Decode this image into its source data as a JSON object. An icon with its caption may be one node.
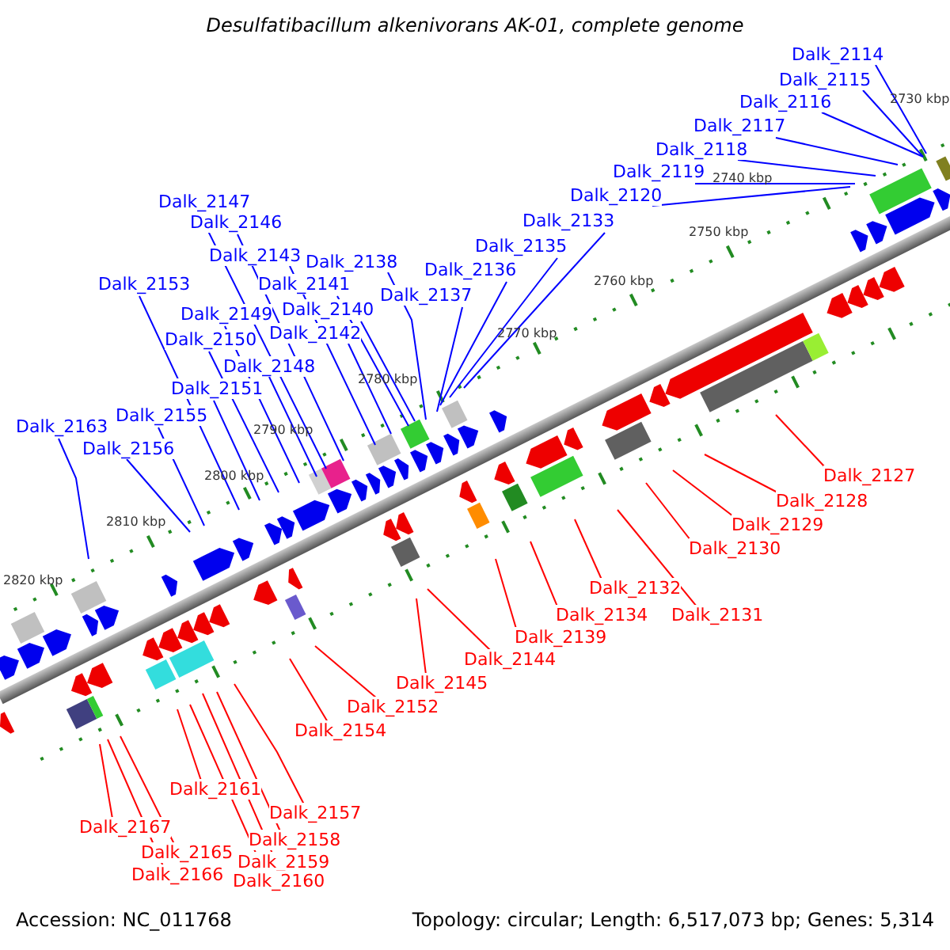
{
  "diagram": {
    "title": "Desulfatibacillum alkenivorans AK-01, complete genome",
    "nodes": [
      {
        "text": [
          "Dalk_2114"
        ]
      },
      {
        "text": [
          "Dalk_2115"
        ]
      },
      {
        "text": [
          "Dalk_2116"
        ]
      },
      {
        "text": [
          "Dalk_2117"
        ]
      },
      {
        "text": [
          "Dalk_2118"
        ]
      },
      {
        "text": [
          "Dalk_2119"
        ]
      },
      {
        "text": [
          "Dalk_2120"
        ]
      },
      {
        "text": [
          "Dalk_2133"
        ]
      },
      {
        "text": [
          "Dalk_2135"
        ]
      },
      {
        "text": [
          "Dalk_2136"
        ]
      },
      {
        "text": [
          "Dalk_2137"
        ]
      },
      {
        "text": [
          "Dalk_2138"
        ]
      },
      {
        "text": [
          "Dalk_2141"
        ]
      },
      {
        "text": [
          "Dalk_2140"
        ]
      },
      {
        "text": [
          "Dalk_2142"
        ]
      },
      {
        "text": [
          "Dalk_2143"
        ]
      },
      {
        "text": [
          "Dalk_2146"
        ]
      },
      {
        "text": [
          "Dalk_2147"
        ]
      },
      {
        "text": [
          "Dalk_2153"
        ]
      },
      {
        "text": [
          "Dalk_2149"
        ]
      },
      {
        "text": [
          "Dalk_2150"
        ]
      },
      {
        "text": [
          "Dalk_2148"
        ]
      },
      {
        "text": [
          "Dalk_2151"
        ]
      },
      {
        "text": [
          "Dalk_2155"
        ]
      },
      {
        "text": [
          "Dalk_2156"
        ]
      },
      {
        "text": [
          "Dalk_2163"
        ]
      },
      {
        "text": [
          "Dalk_2127"
        ]
      },
      {
        "text": [
          "Dalk_2128"
        ]
      },
      {
        "text": [
          "Dalk_2129"
        ]
      },
      {
        "text": [
          "Dalk_2130"
        ]
      },
      {
        "text": [
          "Dalk_2132"
        ]
      },
      {
        "text": [
          "Dalk_2131"
        ]
      },
      {
        "text": [
          "Dalk_2134"
        ]
      },
      {
        "text": [
          "Dalk_2139"
        ]
      },
      {
        "text": [
          "Dalk_2144"
        ]
      },
      {
        "text": [
          "Dalk_2145"
        ]
      },
      {
        "text": [
          "Dalk_2152"
        ]
      },
      {
        "text": [
          "Dalk_2154"
        ]
      },
      {
        "text": [
          "Dalk_2161"
        ]
      },
      {
        "text": [
          "Dalk_2157"
        ]
      },
      {
        "text": [
          "Dalk_2167"
        ]
      },
      {
        "text": [
          "Dalk_2158"
        ]
      },
      {
        "text": [
          "Dalk_2165"
        ]
      },
      {
        "text": [
          "Dalk_2159"
        ]
      },
      {
        "text": [
          "Dalk_2166"
        ]
      },
      {
        "text": [
          "Dalk_2160"
        ]
      }
    ],
    "edges": [
      {
        "from": 0,
        "to": null,
        "arrow": "none"
      },
      {
        "from": 1,
        "to": null,
        "arrow": "none"
      },
      {
        "from": 2,
        "to": null,
        "arrow": "none"
      },
      {
        "from": 3,
        "to": null,
        "arrow": "none"
      },
      {
        "from": 4,
        "to": null,
        "arrow": "none"
      },
      {
        "from": 5,
        "to": null,
        "arrow": "none"
      },
      {
        "from": 6,
        "to": null,
        "arrow": "none"
      },
      {
        "from": 7,
        "to": null,
        "arrow": "none"
      },
      {
        "from": 8,
        "to": null,
        "arrow": "none"
      },
      {
        "from": 9,
        "to": null,
        "arrow": "none"
      },
      {
        "from": 10,
        "to": null,
        "arrow": "none"
      },
      {
        "from": 11,
        "to": null,
        "arrow": "none"
      },
      {
        "from": 12,
        "to": null,
        "arrow": "none"
      },
      {
        "from": 13,
        "to": null,
        "arrow": "none"
      },
      {
        "from": 14,
        "to": null,
        "arrow": "none"
      },
      {
        "from": 15,
        "to": null,
        "arrow": "none"
      },
      {
        "from": 16,
        "to": null,
        "arrow": "none"
      },
      {
        "from": 17,
        "to": null,
        "arrow": "none"
      },
      {
        "from": 18,
        "to": null,
        "arrow": "none"
      },
      {
        "from": 19,
        "to": null,
        "arrow": "none"
      },
      {
        "from": 20,
        "to": null,
        "arrow": "none"
      },
      {
        "from": 21,
        "to": null,
        "arrow": "none"
      },
      {
        "from": 22,
        "to": null,
        "arrow": "none"
      },
      {
        "from": 23,
        "to": null,
        "arrow": "none"
      },
      {
        "from": 24,
        "to": null,
        "arrow": "none"
      },
      {
        "from": 25,
        "to": null,
        "arrow": "none"
      },
      {
        "from": 26,
        "to": null,
        "arrow": "none",
        "color": "#ff0000"
      },
      {
        "from": 27,
        "to": null,
        "arrow": "none",
        "color": "#ff0000"
      },
      {
        "from": 28,
        "to": null,
        "arrow": "none",
        "color": "#ff0000"
      },
      {
        "from": 29,
        "to": null,
        "arrow": "none",
        "color": "#ff0000"
      },
      {
        "from": 30,
        "to": null,
        "arrow": "none",
        "color": "#ff0000"
      },
      {
        "from": 31,
        "to": null,
        "arrow": "none",
        "color": "#ff0000"
      },
      {
        "from": 32,
        "to": null,
        "arrow": "none",
        "color": "#ff0000"
      },
      {
        "from": 33,
        "to": null,
        "arrow": "none",
        "color": "#ff0000"
      },
      {
        "from": 34,
        "to": null,
        "arrow": "none",
        "color": "#ff0000"
      },
      {
        "from": 35,
        "to": null,
        "arrow": "none",
        "color": "#ff0000"
      },
      {
        "from": 36,
        "to": null,
        "arrow": "none",
        "color": "#ff0000"
      },
      {
        "from": 37,
        "to": null,
        "arrow": "none",
        "color": "#ff0000"
      },
      {
        "from": 38,
        "to": null,
        "arrow": "none",
        "color": "#ff0000"
      },
      {
        "from": 39,
        "to": null,
        "arrow": "none",
        "color": "#ff0000"
      },
      {
        "from": 40,
        "to": null,
        "arrow": "none",
        "color": "#ff0000"
      },
      {
        "from": 41,
        "to": null,
        "arrow": "none",
        "color": "#ff0000"
      },
      {
        "from": 42,
        "to": null,
        "arrow": "none",
        "color": "#ff0000"
      },
      {
        "from": 43,
        "to": null,
        "arrow": "none",
        "color": "#ff0000"
      },
      {
        "from": 44,
        "to": null,
        "arrow": "none",
        "color": "#ff0000"
      },
      {
        "from": 45,
        "to": null,
        "arrow": "none",
        "color": "#ff0000"
      }
    ],
    "labels": [
      "2730 kbp",
      "2740 kbp",
      "2750 kbp",
      "2760 kbp",
      "2770 kbp",
      "2780 kbp",
      "2790 kbp",
      "2800 kbp",
      "2810 kbp",
      "2820 kbp",
      "Accession: NC_011768",
      "Topology: circular; Length: 6,517,073 bp; Genes: 5,314"
    ]
  }
}
